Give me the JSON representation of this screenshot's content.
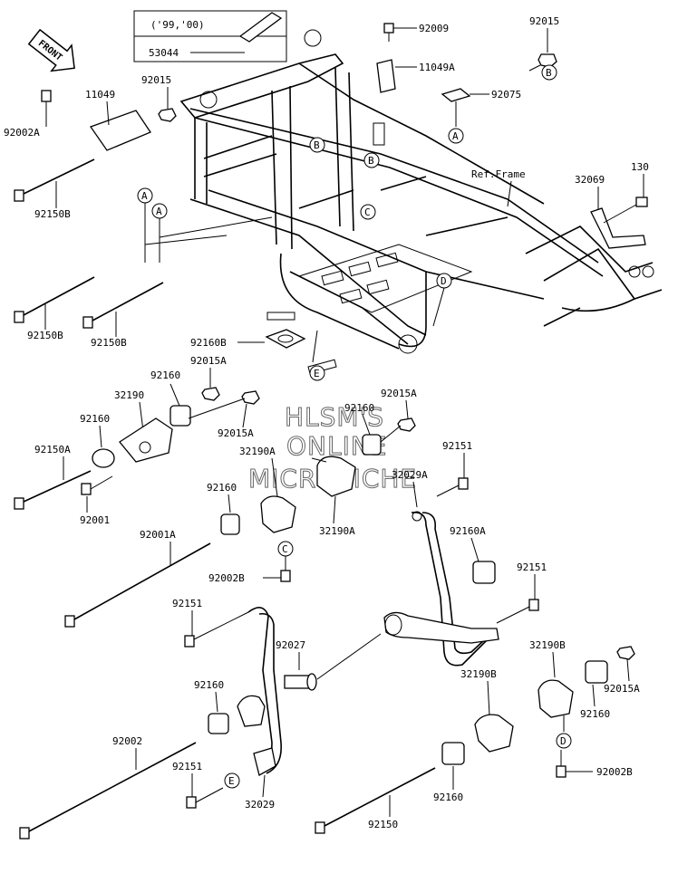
{
  "front_arrow": {
    "label": "FRONT"
  },
  "year_box": {
    "years": "('99,'00)",
    "part": "53044"
  },
  "frame_label": "Ref.Frame",
  "watermark": [
    "HLSM'S",
    "ONLINE",
    "MICROFICHE"
  ],
  "labels": {
    "l92009": "92009",
    "l92015_top": "92015",
    "l11049A": "11049A",
    "l92075": "92075",
    "l92015_left": "92015",
    "l11049": "11049",
    "l92002A": "92002A",
    "l92150B_1": "92150B",
    "l92150B_2": "92150B",
    "l92150B_3": "92150B",
    "l32069": "32069",
    "l130": "130",
    "l92160B": "92160B",
    "l92160_a": "92160",
    "l92015A_a": "92015A",
    "l32190": "32190",
    "l92160_b": "92160",
    "l92015A_b": "92015A",
    "l92160_c": "92160",
    "l92015A_c": "92015A",
    "l32190A_a": "32190A",
    "l92150A": "92150A",
    "l92001": "92001",
    "l92151_a": "92151",
    "l32029A": "32029A",
    "l92160_d": "92160",
    "l32190A_b": "32190A",
    "l92001A": "92001A",
    "l92160A": "92160A",
    "l92002B_a": "92002B",
    "l92151_b": "92151",
    "l92151_c": "92151",
    "l92027": "92027",
    "l32190B_a": "32190B",
    "l92015A_d": "92015A",
    "l92160_e": "92160",
    "l32190B_b": "32190B",
    "l92160_f": "92160",
    "l92002": "92002",
    "l92151_d": "92151",
    "l32029": "32029",
    "l92002B_b": "92002B",
    "l92160_g": "92160",
    "l92150": "92150"
  },
  "callouts": {
    "B1": "B",
    "B2": "B",
    "B3": "B",
    "A1": "A",
    "A2": "A",
    "A3": "A",
    "C1": "C",
    "C2": "C",
    "D1": "D",
    "D2": "D",
    "E1": "E",
    "E2": "E"
  }
}
